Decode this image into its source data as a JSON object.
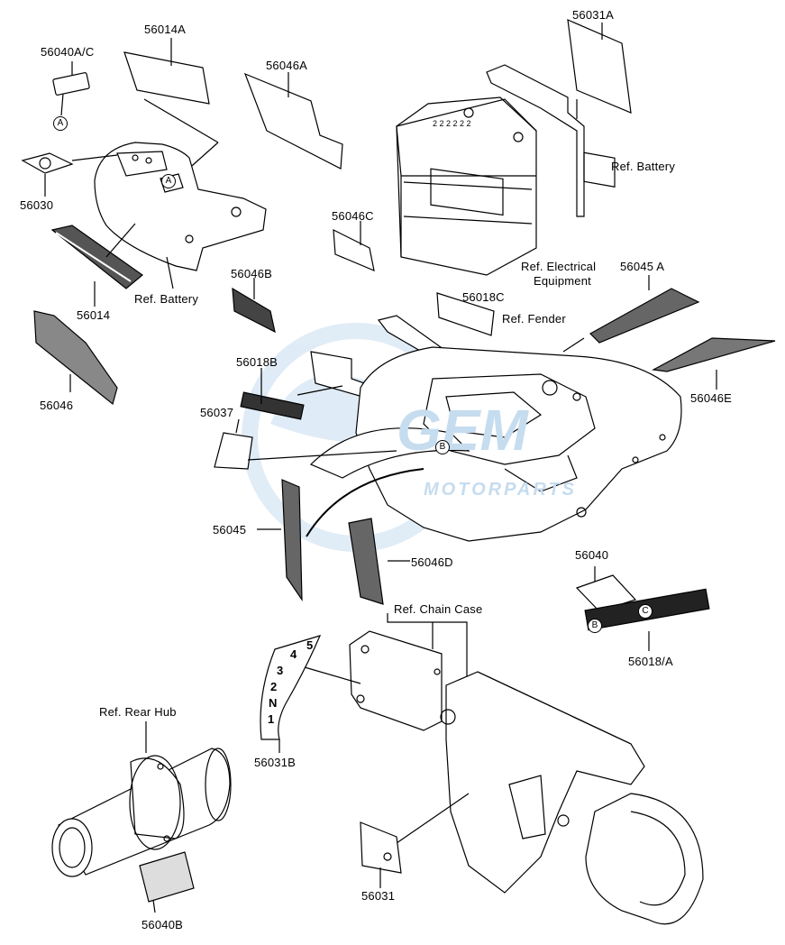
{
  "watermark": {
    "brand": "GEM",
    "sub": "MOTORPARTS",
    "color": "#c6dcef"
  },
  "circle_markers": {
    "a": "A",
    "b": "B",
    "c": "C"
  },
  "labels": {
    "p56014A": "56014A",
    "p56040AC": "56040A/C",
    "p56046A": "56046A",
    "p56031A": "56031A",
    "p56030": "56030",
    "ref_battery_1": "Ref. Battery",
    "ref_battery_2": "Ref. Battery",
    "p56046C": "56046C",
    "ref_elec_1": "Ref. Electrical",
    "ref_elec_2": "Equipment",
    "p56045A": "56045 A",
    "p56014": "56014",
    "p56046B": "56046B",
    "p56018C": "56018C",
    "ref_fender": "Ref. Fender",
    "p56046": "56046",
    "p56018B": "56018B",
    "p56046E": "56046E",
    "p56037": "56037",
    "p56045": "56045",
    "p56046D": "56046D",
    "p56040": "56040",
    "ref_chain": "Ref. Chain Case",
    "p56018A": "56018/A",
    "ref_rear_hub": "Ref. Rear Hub",
    "p56031B": "56031B",
    "p56031": "56031",
    "p56040B": "56040B"
  },
  "gear_indicator": [
    "1",
    "N",
    "2",
    "3",
    "4",
    "5"
  ]
}
